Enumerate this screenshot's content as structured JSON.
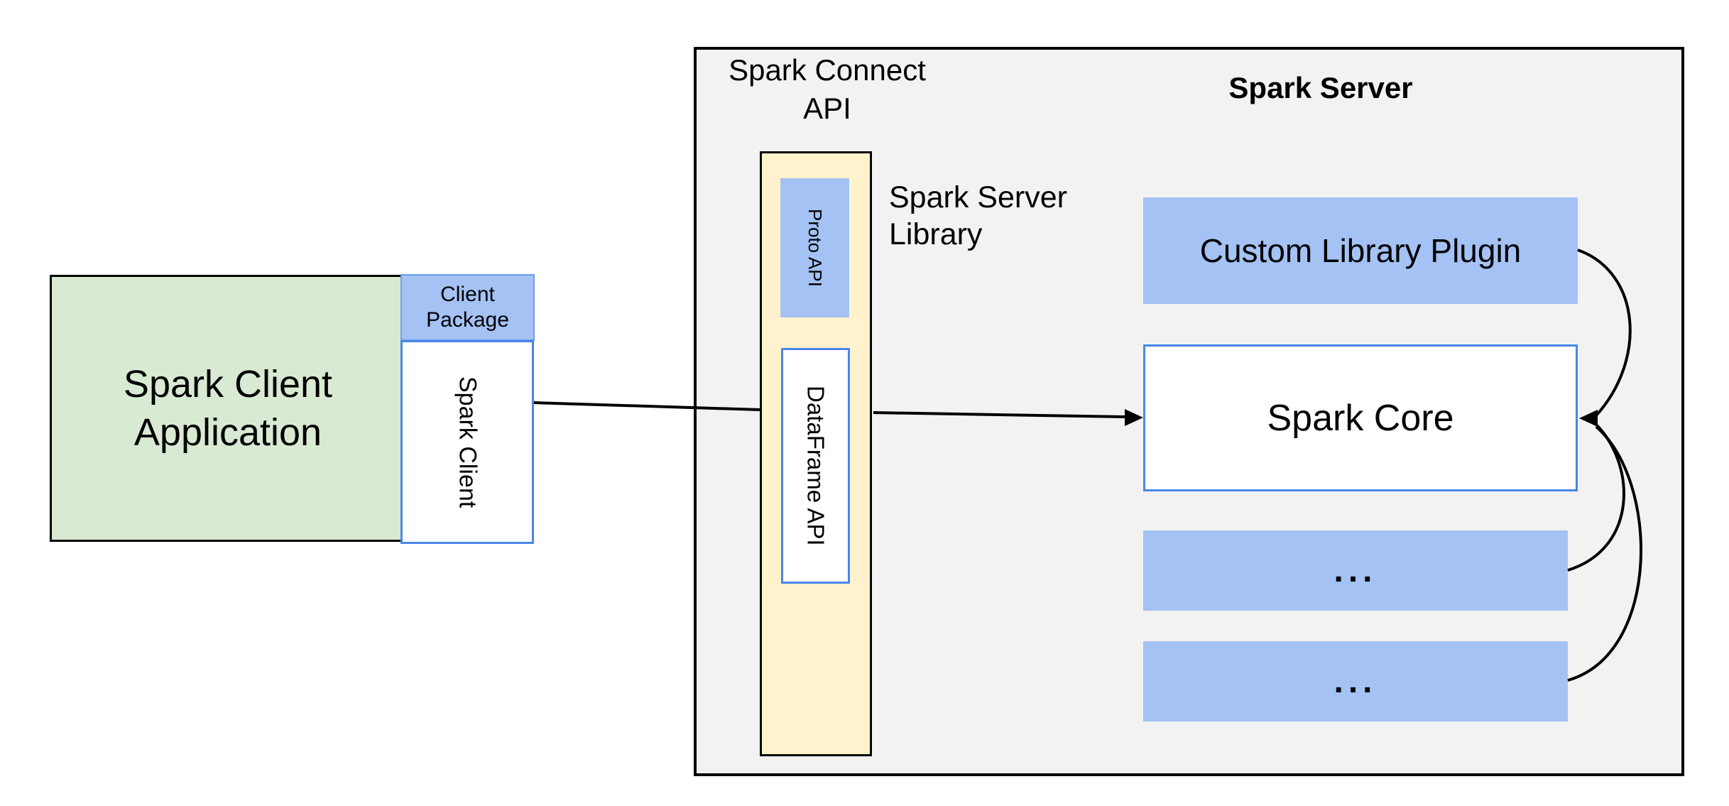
{
  "palette": {
    "green-fill": "#d9ead3",
    "blue-fill": "#a4c2f4",
    "yellow-fill": "#fff2cc",
    "gray-fill": "#f2f2f2",
    "blue-border": "#4a86e8",
    "package-border": "#6d9eeb",
    "line": "#000000",
    "text": "#000000"
  },
  "client": {
    "app_label": "Spark Client\nApplication",
    "package_label": "Client\nPackage",
    "client_label": "Spark Client"
  },
  "connect": {
    "api_label": "Spark Connect\nAPI",
    "proto_label": "Proto API",
    "dataframe_label": "DataFrame API",
    "library_label": "Spark Server\nLibrary"
  },
  "server": {
    "title": "Spark Server",
    "plugin_label": "Custom Library Plugin",
    "core_label": "Spark Core",
    "placeholders": [
      "...",
      "..."
    ]
  }
}
